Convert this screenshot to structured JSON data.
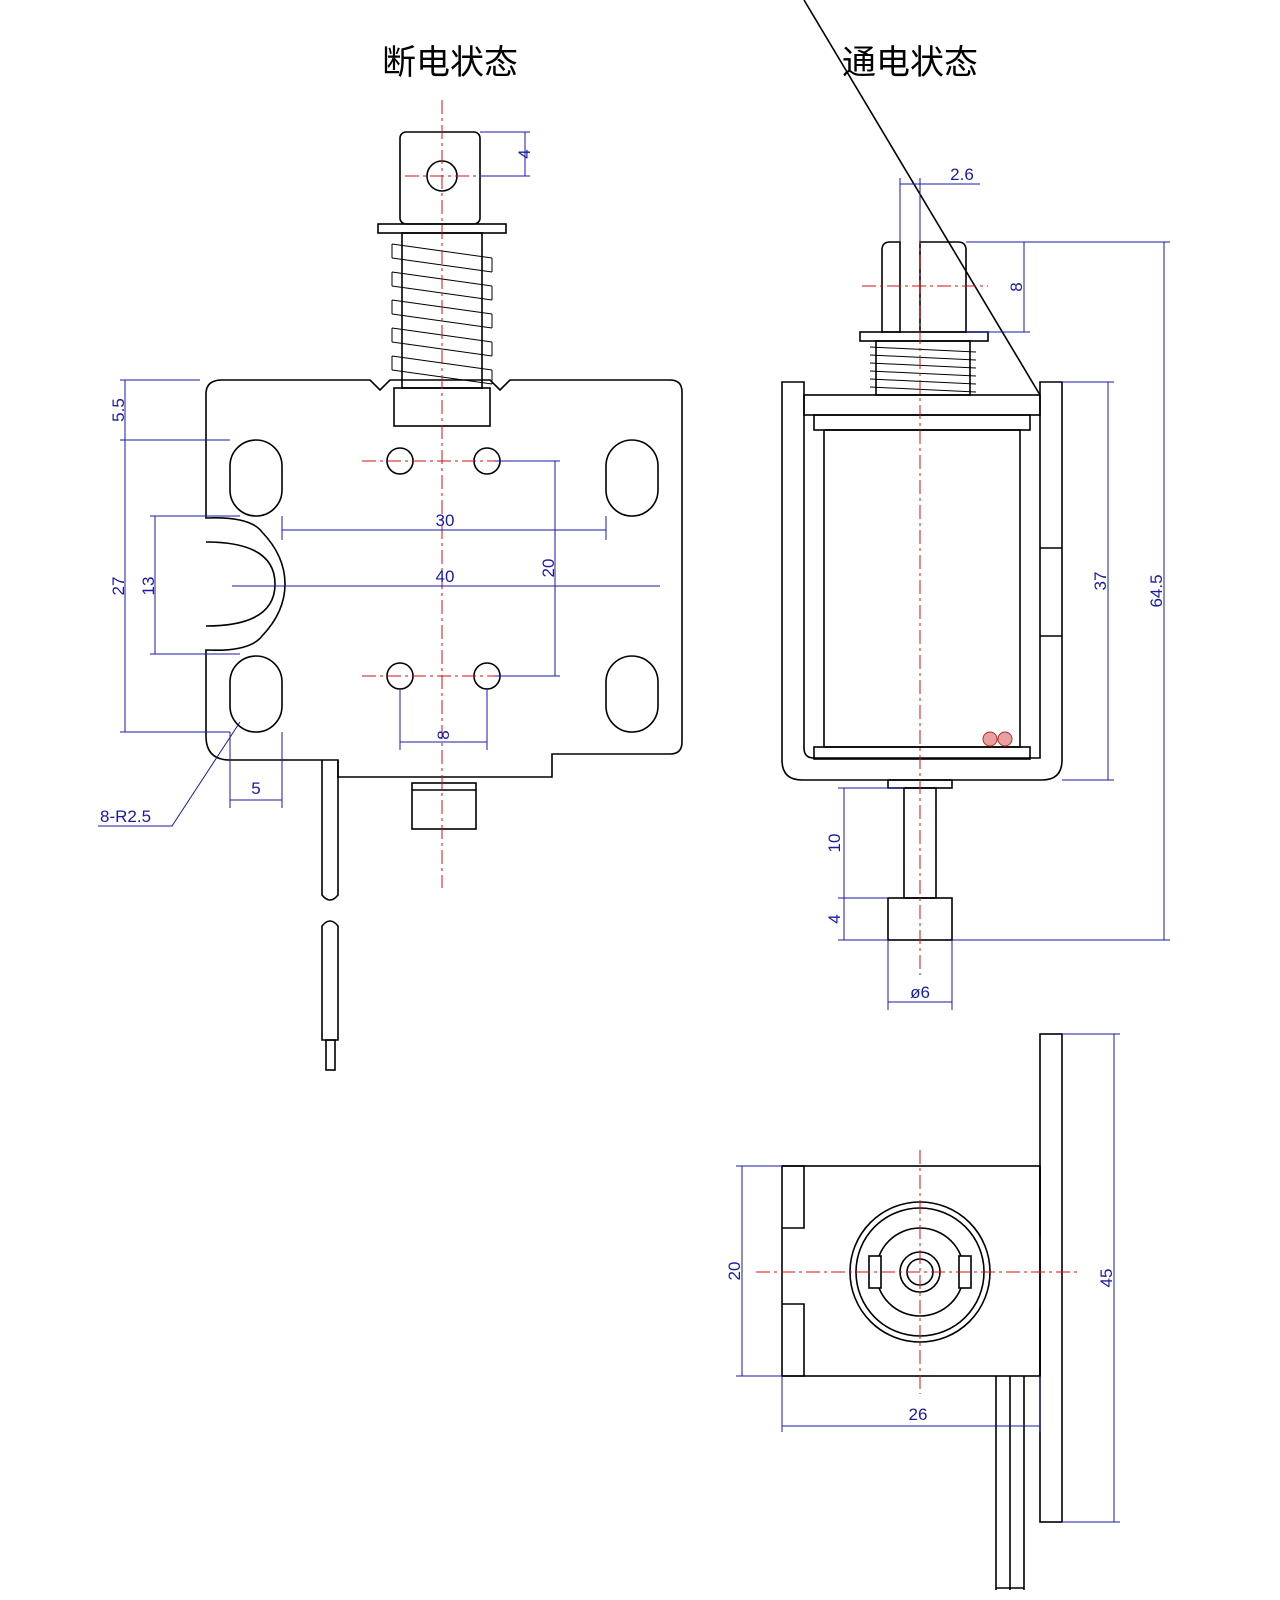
{
  "titles": {
    "off_state": "断电状态",
    "on_state": "通电状态"
  },
  "dimensions": {
    "off_view": {
      "shaft_hole_offset": "4",
      "top_margin": "5.5",
      "slot_height": "27",
      "notch_height": "13",
      "slot_span_inner": "30",
      "slot_span_outer": "40",
      "hole_vertical_spacing": "20",
      "hole_horizontal_spacing": "8",
      "slot_width": "5",
      "slot_radius_callout": "8-R2.5"
    },
    "on_view": {
      "shaft_slot_width": "2.6",
      "shaft_slot_depth": "8",
      "frame_height": "37",
      "overall_length": "64.5",
      "plunger_extension": "10",
      "plunger_head_length": "4",
      "plunger_head_diameter": "ø6"
    },
    "bottom_view": {
      "frame_height": "20",
      "mount_plate_length": "45",
      "frame_width": "26"
    }
  },
  "colors": {
    "line": "#000000",
    "dimension": "#1a1aa6",
    "centerline": "#d01010"
  }
}
